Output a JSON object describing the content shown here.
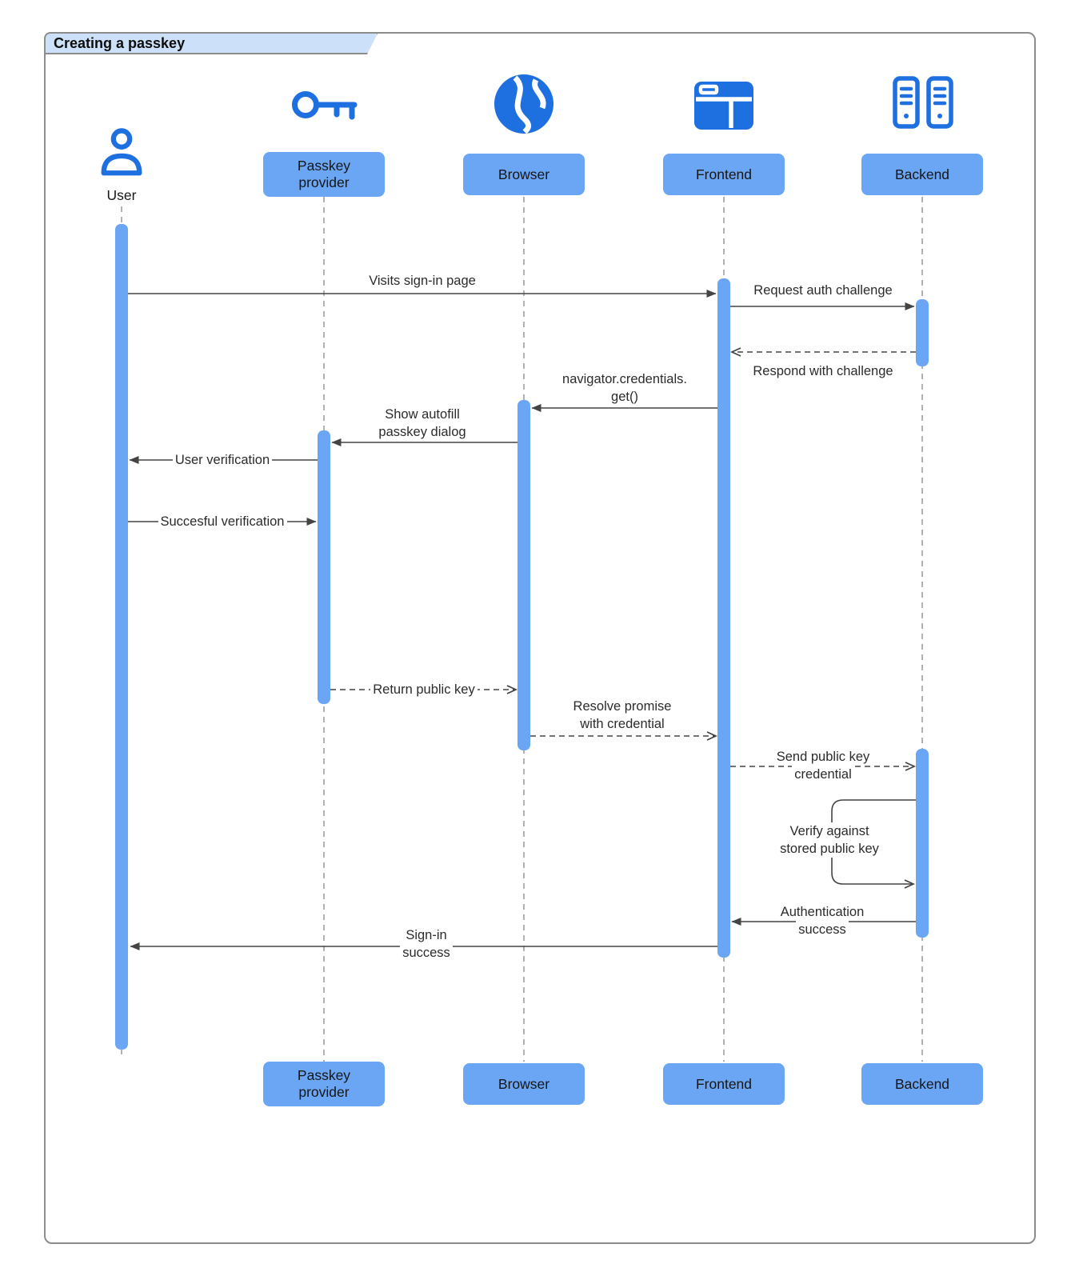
{
  "title": "Creating a passkey",
  "diagram_type": "sequence",
  "actors": [
    {
      "label": "User",
      "icon": "person-icon"
    },
    {
      "label": "Passkey provider",
      "icon": "key-icon"
    },
    {
      "label": "Browser",
      "icon": "globe-icon"
    },
    {
      "label": "Frontend",
      "icon": "browser-window-icon"
    },
    {
      "label": "Backend",
      "icon": "server-icon"
    }
  ],
  "messages": [
    {
      "from": "User",
      "to": "Frontend",
      "style": "solid",
      "lines": [
        "Visits sign-in page"
      ]
    },
    {
      "from": "Frontend",
      "to": "Backend",
      "style": "solid",
      "lines": [
        "Request auth challenge"
      ]
    },
    {
      "from": "Backend",
      "to": "Frontend",
      "style": "dashed",
      "lines": [
        "Respond with challenge"
      ]
    },
    {
      "from": "Frontend",
      "to": "Browser",
      "style": "solid",
      "lines": [
        "navigator.credentials.",
        "get()"
      ]
    },
    {
      "from": "Browser",
      "to": "Passkey provider",
      "style": "solid",
      "lines": [
        "Show autofill",
        "passkey dialog"
      ]
    },
    {
      "from": "Passkey provider",
      "to": "User",
      "style": "solid",
      "lines": [
        "User verification"
      ]
    },
    {
      "from": "User",
      "to": "Passkey provider",
      "style": "solid",
      "lines": [
        "Succesful verification"
      ]
    },
    {
      "from": "Passkey provider",
      "to": "Browser",
      "style": "dashed",
      "lines": [
        "Return public key"
      ]
    },
    {
      "from": "Browser",
      "to": "Frontend",
      "style": "dashed",
      "lines": [
        "Resolve promise",
        "with credential"
      ]
    },
    {
      "from": "Frontend",
      "to": "Backend",
      "style": "dashed",
      "lines": [
        "Send public key",
        "credential"
      ]
    },
    {
      "from": "Backend",
      "to": "Backend",
      "style": "self",
      "lines": [
        "Verify against",
        "stored public key"
      ]
    },
    {
      "from": "Backend",
      "to": "Frontend",
      "style": "solid",
      "lines": [
        "Authentication",
        "success"
      ]
    },
    {
      "from": "Frontend",
      "to": "User",
      "style": "solid",
      "lines": [
        "Sign-in",
        "success"
      ]
    }
  ],
  "colors": {
    "node_fill": "#6BA6F5",
    "icon_blue": "#1E6FE0",
    "title_bg": "#CCE1F9",
    "frame_border": "#8C8C8C",
    "lifeline": "#9E9E9E",
    "arrow": "#444444",
    "text": "#1F1F1F"
  }
}
